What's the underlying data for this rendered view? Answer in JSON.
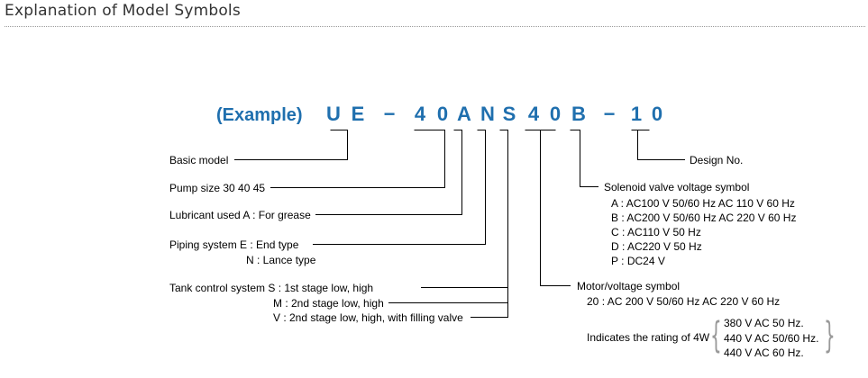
{
  "title": "Explanation of Model Symbols",
  "example_label": "(Example)",
  "model_chars": [
    "U",
    "E",
    "−",
    "4",
    "0",
    "A",
    "N",
    "S",
    "4",
    "0",
    "B",
    "−",
    "1",
    "0"
  ],
  "left_labels": {
    "basic_model": "Basic model",
    "pump_size": "Pump size 30 40 45",
    "lubricant": "Lubricant used A : For grease",
    "piping_e": "Piping system   E : End type",
    "piping_n": "N : Lance type",
    "tank_s": "Tank control system  S : 1st stage low, high",
    "tank_m": "M : 2nd stage low, high",
    "tank_v": "V : 2nd stage low, high, with filling valve"
  },
  "right_labels": {
    "design_no": "Design No.",
    "solenoid_title": "Solenoid valve voltage symbol",
    "solenoid_options": [
      {
        "code": "A",
        "text": "AC100 V 50/60 Hz   AC 110 V 60 Hz"
      },
      {
        "code": "B",
        "text": "AC200 V 50/60 Hz   AC 220 V 60 Hz"
      },
      {
        "code": "C",
        "text": "AC110 V 50 Hz"
      },
      {
        "code": "D",
        "text": "AC220 V 50 Hz"
      },
      {
        "code": "P",
        "text": "DC24 V"
      }
    ],
    "motor_title": "Motor/voltage symbol",
    "motor_option": {
      "code": "20",
      "text": "AC 200 V 50/60 Hz    AC 220 V 60 Hz"
    },
    "rating_label": "Indicates the rating of 4W",
    "rating_options": [
      "380 V AC 50 Hz.",
      "440 V AC 50/60 Hz.",
      "440 V AC 60 Hz."
    ]
  },
  "colors": {
    "accent": "#1f6fae",
    "line": "#000000",
    "rule": "#9a9a9a"
  }
}
